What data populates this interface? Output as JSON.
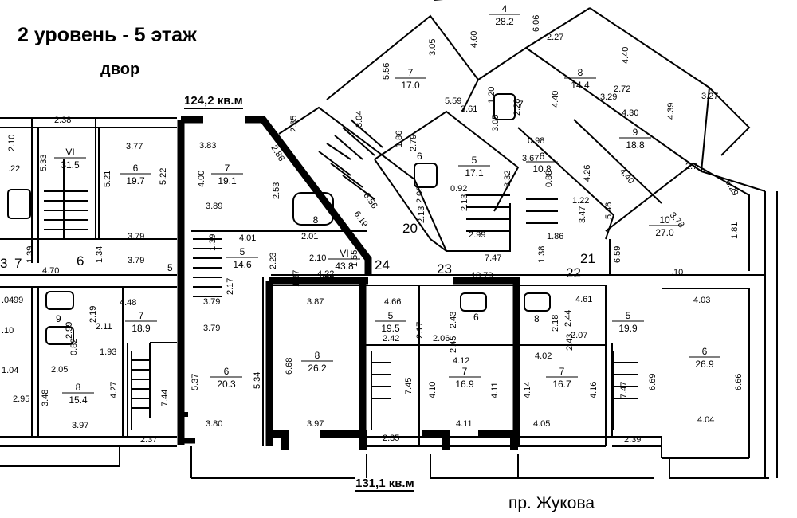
{
  "header": {
    "title": "2 уровень - 5 этаж",
    "yard_label": "двор",
    "area_top": "124,2 кв.м",
    "area_bottom": "131,1 кв.м",
    "street_label": "пр. Жукова"
  },
  "rooms": [
    {
      "id": "r-vi-left",
      "num": "VI",
      "area": "31.5"
    },
    {
      "id": "r-6-left",
      "num": "6",
      "area": "19.7"
    },
    {
      "id": "r-7-a",
      "num": "7",
      "area": "19.1"
    },
    {
      "id": "r-8-bath-a",
      "num": "8",
      "area": ""
    },
    {
      "id": "r-5-a",
      "num": "5",
      "area": "14.6"
    },
    {
      "id": "r-7-left",
      "num": "7",
      "area": "18.9"
    },
    {
      "id": "r-8-left",
      "num": "8",
      "area": "15.4"
    },
    {
      "id": "r-6-b",
      "num": "6",
      "area": "20.3"
    },
    {
      "id": "r-8-c",
      "num": "8",
      "area": "26.2"
    },
    {
      "id": "r-5-d",
      "num": "5",
      "area": "19.5"
    },
    {
      "id": "r-7-d",
      "num": "7",
      "area": "16.9"
    },
    {
      "id": "r-5-e",
      "num": "5",
      "area": "19.9"
    },
    {
      "id": "r-7-e",
      "num": "7",
      "area": "16.7"
    },
    {
      "id": "r-6-right",
      "num": "6",
      "area": "26.9"
    },
    {
      "id": "r-vi-center",
      "num": "VI",
      "area": "43.8"
    },
    {
      "id": "r-7-top",
      "num": "7",
      "area": "17.0"
    },
    {
      "id": "r-5-top",
      "num": "5",
      "area": "17.1"
    },
    {
      "id": "r-4-top",
      "num": "4",
      "area": "28.2"
    },
    {
      "id": "r-8-topright",
      "num": "8",
      "area": "14.4"
    },
    {
      "id": "r-9-right",
      "num": "9",
      "area": "18.8"
    },
    {
      "id": "r-6-mid",
      "num": "6",
      "area": "10.8"
    },
    {
      "id": "r-10-right",
      "num": "10",
      "area": "27.0"
    }
  ],
  "dims": [
    "2.38",
    "2.10",
    "5.33",
    ".22",
    "3.77",
    "5.21",
    "5.22",
    "3.79",
    "1.39",
    "4.70",
    "1.34",
    "3.79",
    "3.83",
    "2.86",
    "4.00",
    "2.53",
    "3.89",
    "4.01",
    "1.39",
    "2.23",
    "2.17",
    "2.10",
    "2.01",
    "1.37",
    "1.55",
    "4.22",
    "3.79",
    "3.79",
    "4.48",
    "2.19",
    "2.99",
    "2.11",
    "1.93",
    "0.82",
    "2.05",
    "4.27",
    "7.44",
    "3.48",
    "2.95",
    "3.97",
    "2.37",
    "5.37",
    "5.34",
    "3.80",
    "3.87",
    "6.68",
    "3.97",
    "4.66",
    "2.43",
    "2.17",
    "2.45",
    "2.42",
    "2.06",
    "4.12",
    "7.45",
    "4.10",
    "4.11",
    "4.11",
    "2.35",
    "10.79",
    "7.47",
    "1.38",
    "4.61",
    "2.44",
    "2.43",
    "2.18",
    "2.07",
    "4.02",
    "4.14",
    "4.16",
    "4.05",
    "7.47",
    "2.39",
    "4.03",
    "6.69",
    "6.66",
    "4.04",
    "2.35",
    "8.56",
    "6.19",
    "1.86",
    "2.79",
    "2.06",
    "2.13",
    "0.92",
    "2.13",
    "2.99",
    "3.32",
    "3.05",
    "3.61",
    "1.20",
    "5.59",
    "5.56",
    "3.05",
    "3.04",
    "4.60",
    "6.06",
    "2.27",
    "2.28",
    "0.98",
    "3.67",
    "0.88",
    "1.22",
    "3.47",
    "1.86",
    "5.46",
    "4.26",
    "4.40",
    "3.29",
    "4.40",
    "4.30",
    "4.39",
    "2.7",
    "3.27",
    "4.40",
    "2.72",
    "6.29",
    "3.78",
    "1.81",
    "6.59",
    ".10",
    ".99",
    ".04",
    ".10",
    "1.04"
  ],
  "labels": {
    "n20": "20",
    "n24": "24",
    "n23": "23",
    "n21": "21",
    "n22": "22",
    "n6": "6",
    "n7": "7",
    "n3": "3",
    "n5": "5",
    "n9": "9",
    "n6b": "6",
    "n6c": "6",
    "n8b": "8",
    "n7b": "7"
  }
}
